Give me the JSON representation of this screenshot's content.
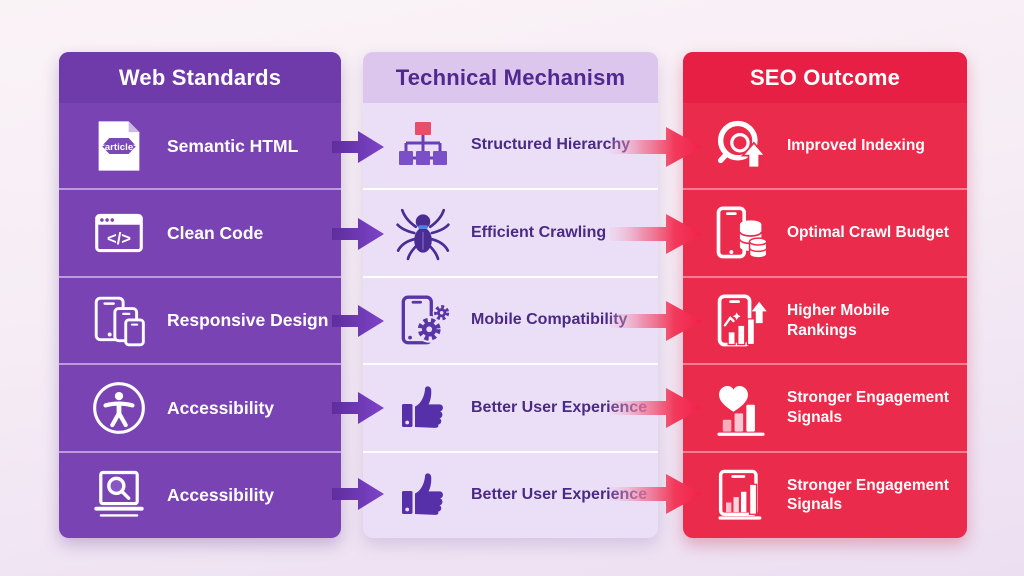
{
  "diagram": {
    "type": "three-column flow infographic",
    "columns": [
      {
        "id": "web-standards",
        "header": "Web Standards",
        "rows": [
          {
            "icon": "article-document-icon",
            "label": "Semantic HTML"
          },
          {
            "icon": "code-window-icon",
            "label": "Clean Code"
          },
          {
            "icon": "responsive-devices-icon",
            "label": "Responsive Design"
          },
          {
            "icon": "accessibility-person-icon",
            "label": "Accessibility"
          },
          {
            "icon": "laptop-search-icon",
            "label": "Accessibility"
          }
        ]
      },
      {
        "id": "technical-mechanism",
        "header": "Technical Mechanism",
        "rows": [
          {
            "icon": "hierarchy-icon",
            "label": "Structured Hierarchy"
          },
          {
            "icon": "spider-crawler-icon",
            "label": "Efficient Crawling"
          },
          {
            "icon": "mobile-gears-icon",
            "label": "Mobile Compatibility"
          },
          {
            "icon": "thumbs-up-icon",
            "label": "Better User Experience"
          },
          {
            "icon": "thumbs-up-icon",
            "label": "Better User Experience"
          }
        ]
      },
      {
        "id": "seo-outcome",
        "header": "SEO Outcome",
        "rows": [
          {
            "icon": "search-up-arrow-icon",
            "label": "Improved Indexing"
          },
          {
            "icon": "phone-coins-icon",
            "label": "Optimal Crawl Budget"
          },
          {
            "icon": "phone-rankings-icon",
            "label": "Higher Mobile Rankings"
          },
          {
            "icon": "heart-chart-icon",
            "label": "Stronger Engagement Signals"
          },
          {
            "icon": "screen-chart-icon",
            "label": "Stronger Engagement Signals"
          }
        ]
      }
    ],
    "colors": {
      "col1_header_bg": "#6f3aa9",
      "col1_row_bg": "#7a43b4",
      "col2_header_bg": "#dcc6ee",
      "col2_row_bg": "#ebdff7",
      "col2_text": "#4b2a85",
      "col3_header_bg": "#e71f44",
      "col3_row_bg": "#eb2b4b",
      "arrow_purple": "#6c33ab",
      "arrow_red": "#f2204a",
      "page_bg": "#f5ecf5"
    }
  }
}
